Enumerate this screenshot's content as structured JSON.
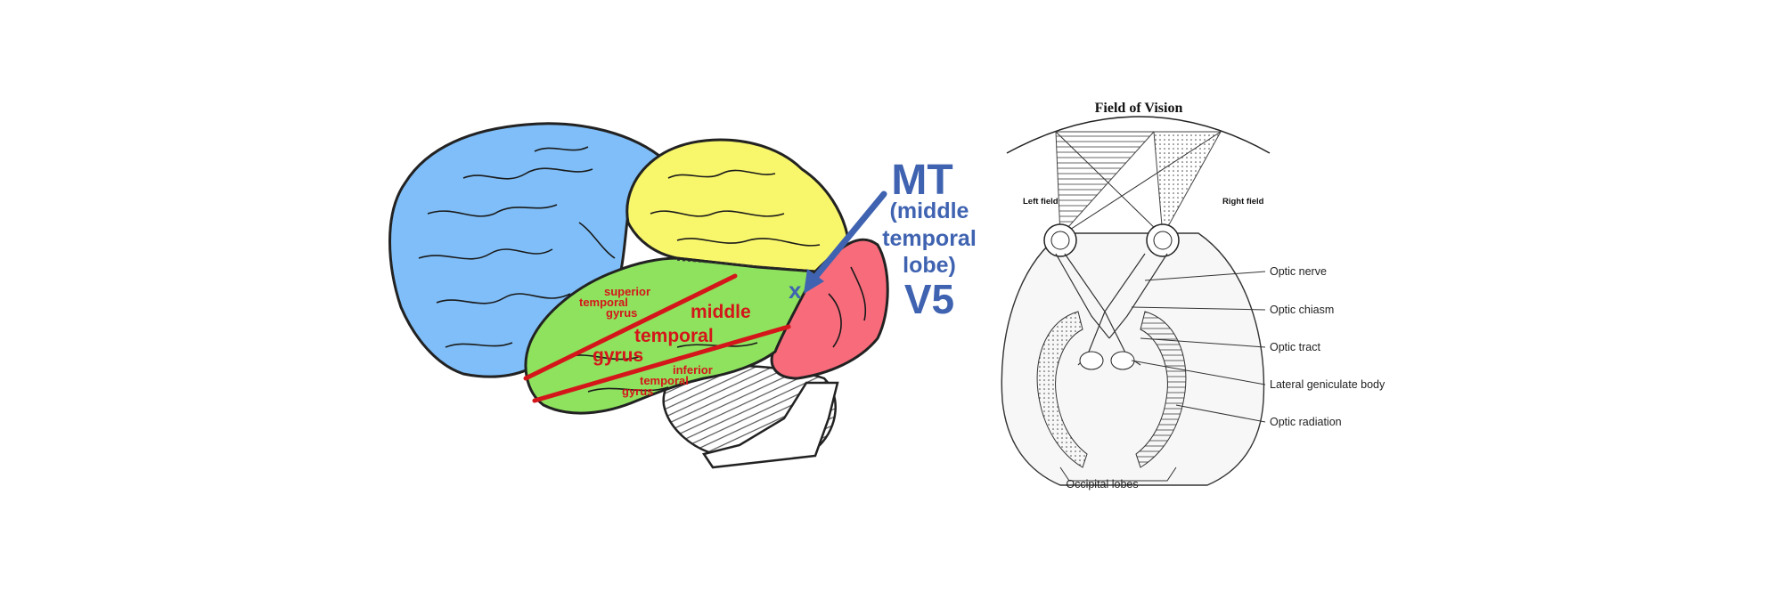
{
  "brain": {
    "colors": {
      "frontal": "#7fbef8",
      "parietal": "#f8f66a",
      "temporal": "#8fe25e",
      "occipital": "#f76b7b",
      "cerebellum": "#ffffff",
      "annotation_red": "#d4161a",
      "annotation_blue": "#3f63b1"
    },
    "labels": {
      "superior": "superior",
      "superior_temporal": "temporal",
      "superior_gyrus": "gyrus",
      "middle": "middle",
      "middle_temporal": "temporal",
      "middle_gyrus": "gyrus",
      "inferior": "inferior",
      "inferior_temporal": "temporal",
      "inferior_gyrus": "gyrus",
      "marker": "x"
    },
    "mt_label": {
      "line1": "MT",
      "line2": "(middle",
      "line3": "temporal",
      "line4": "lobe)",
      "line5": "V5"
    }
  },
  "vision": {
    "title": "Field of Vision",
    "left_field": "Left field",
    "right_field": "Right field",
    "labels": {
      "optic_nerve": "Optic nerve",
      "optic_chiasm": "Optic chiasm",
      "optic_tract": "Optic tract",
      "lateral_geniculate": "Lateral geniculate body",
      "optic_radiation": "Optic radiation",
      "occipital_lobes": "Occipital lobes"
    }
  }
}
